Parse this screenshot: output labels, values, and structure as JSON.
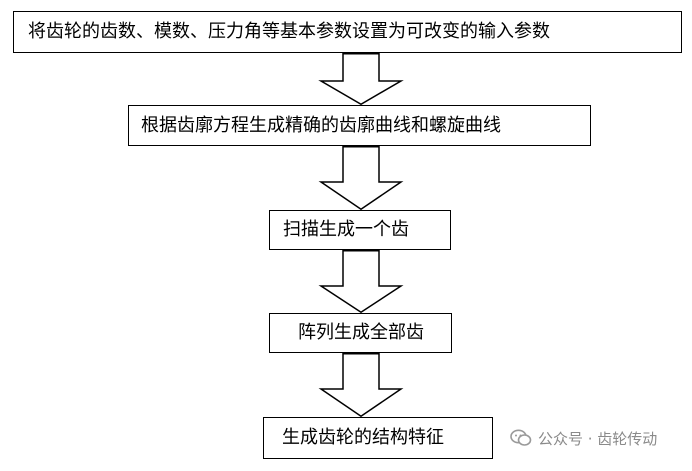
{
  "flowchart": {
    "steps": [
      {
        "label": "将齿轮的齿数、模数、压力角等基本参数设置为可改变的输入参数"
      },
      {
        "label": "根据齿廓方程生成精确的齿廓曲线和螺旋曲线"
      },
      {
        "label": "扫描生成一个齿"
      },
      {
        "label": "阵列生成全部齿"
      },
      {
        "label": "生成齿轮的结构特征"
      }
    ],
    "connectors": [
      "arrow-down",
      "arrow-down",
      "arrow-down",
      "arrow-down"
    ]
  },
  "watermark": {
    "text": "公众号 · 齿轮传动",
    "icon": "wechat-icon"
  }
}
